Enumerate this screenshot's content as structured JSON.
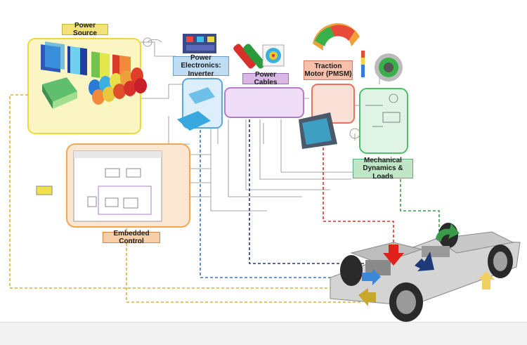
{
  "labels": {
    "power_source": "Power Source",
    "inverter": "Power Electronics: Inverter",
    "power_cables": "Power Cables",
    "traction_motor": "Traction Motor (PMSM)",
    "mechanical": "Mechanical Dynamics & Loads",
    "embedded_control": "Embedded Control"
  },
  "colors": {
    "power_source": "#f4e04d",
    "inverter": "#5aa6e0",
    "power_cables": "#b37cc9",
    "traction_motor": "#e8735a",
    "mechanical": "#4fbf68",
    "embedded_control": "#f0a75a",
    "link_yellow": "#d8b23a",
    "link_blue": "#3a78c4",
    "link_navy": "#1e3a78",
    "link_red": "#d9302a",
    "link_green": "#3a9a4a"
  },
  "icons": [
    "battery-cell-icon",
    "battery-pack-icon",
    "inverter-module-icon",
    "cable-icon",
    "motor-stator-icon",
    "motor-rotor-icon",
    "vehicle-chassis-icon",
    "arrow-icon"
  ]
}
